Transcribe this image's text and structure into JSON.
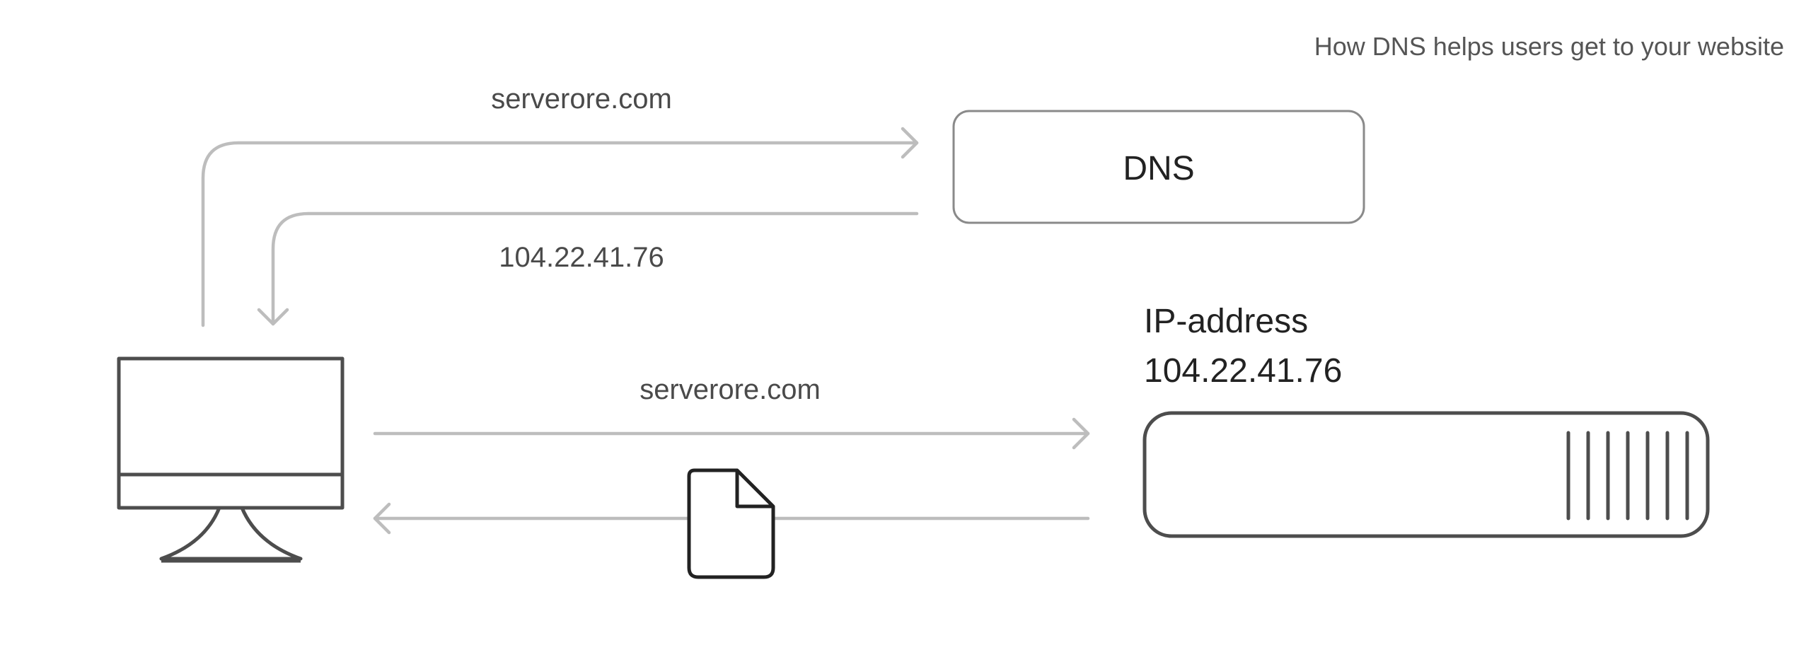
{
  "caption": "How DNS helps users get to your website",
  "request_domain_top": "serverore.com",
  "response_ip_top": "104.22.41.76",
  "dns_label": "DNS",
  "server_ip_label": "IP-address",
  "server_ip_value": "104.22.41.76",
  "request_domain_bottom": "serverore.com",
  "colors": {
    "arrow": "#bdbdbd",
    "box_border": "#8a8a8a",
    "icon_stroke": "#4d4d4d",
    "text_dark": "#222222",
    "text_mid": "#4a4a4a",
    "document": "#222222"
  }
}
